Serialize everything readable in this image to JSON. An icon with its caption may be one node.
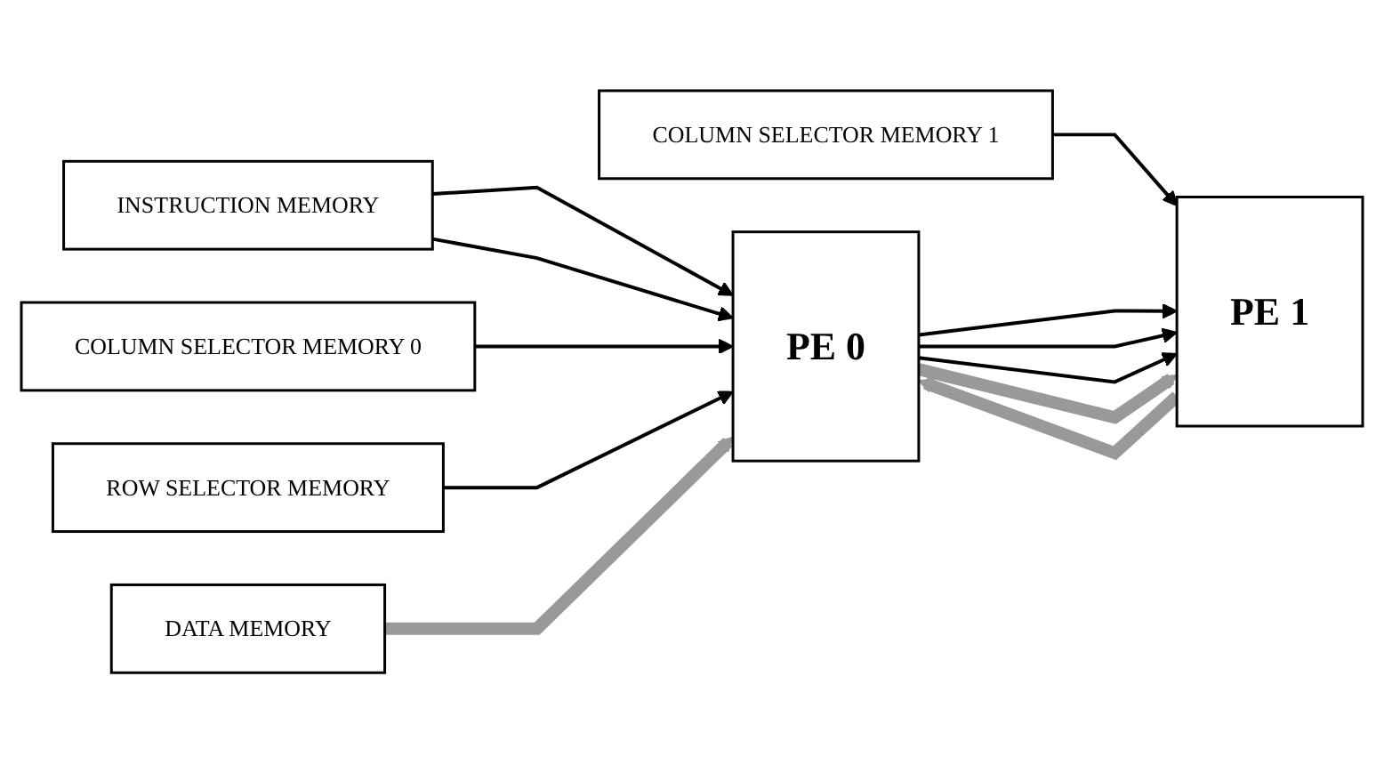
{
  "diagram": {
    "nodes": [
      {
        "text": [
          "INSTRUCTION MEMORY"
        ]
      },
      {
        "text": [
          "COLUMN SELECTOR MEMORY 0"
        ]
      },
      {
        "text": [
          "COLUMN SELECTOR MEMORY 1"
        ]
      },
      {
        "text": [
          "ROW SELECTOR MEMORY"
        ]
      },
      {
        "text": [
          "PE 0"
        ]
      },
      {
        "text": [
          "PE 1"
        ]
      },
      {
        "text": [
          "DATA MEMORY"
        ]
      }
    ],
    "edges": [
      {
        "from": 0,
        "to": 4,
        "arrow": "to"
      },
      {
        "from": 0,
        "to": 4,
        "arrow": "to"
      },
      {
        "from": 1,
        "to": 4,
        "arrow": "to"
      },
      {
        "from": 2,
        "to": 5,
        "arrow": "to"
      },
      {
        "from": 3,
        "to": 4,
        "arrow": "to"
      },
      {
        "from": 4,
        "to": 5,
        "arrow": "to"
      },
      {
        "from": 4,
        "to": 5,
        "arrow": "to"
      },
      {
        "from": 4,
        "to": 5,
        "arrow": "to"
      },
      {
        "from": 6,
        "to": 4,
        "arrow": "to",
        "style": "thick",
        "color": "#999999"
      },
      {
        "from": 5,
        "to": 4,
        "arrow": "to",
        "style": "thick",
        "color": "#999999"
      },
      {
        "from": 4,
        "to": 5,
        "arrow": "to",
        "style": "thick",
        "color": "#999999"
      }
    ]
  }
}
